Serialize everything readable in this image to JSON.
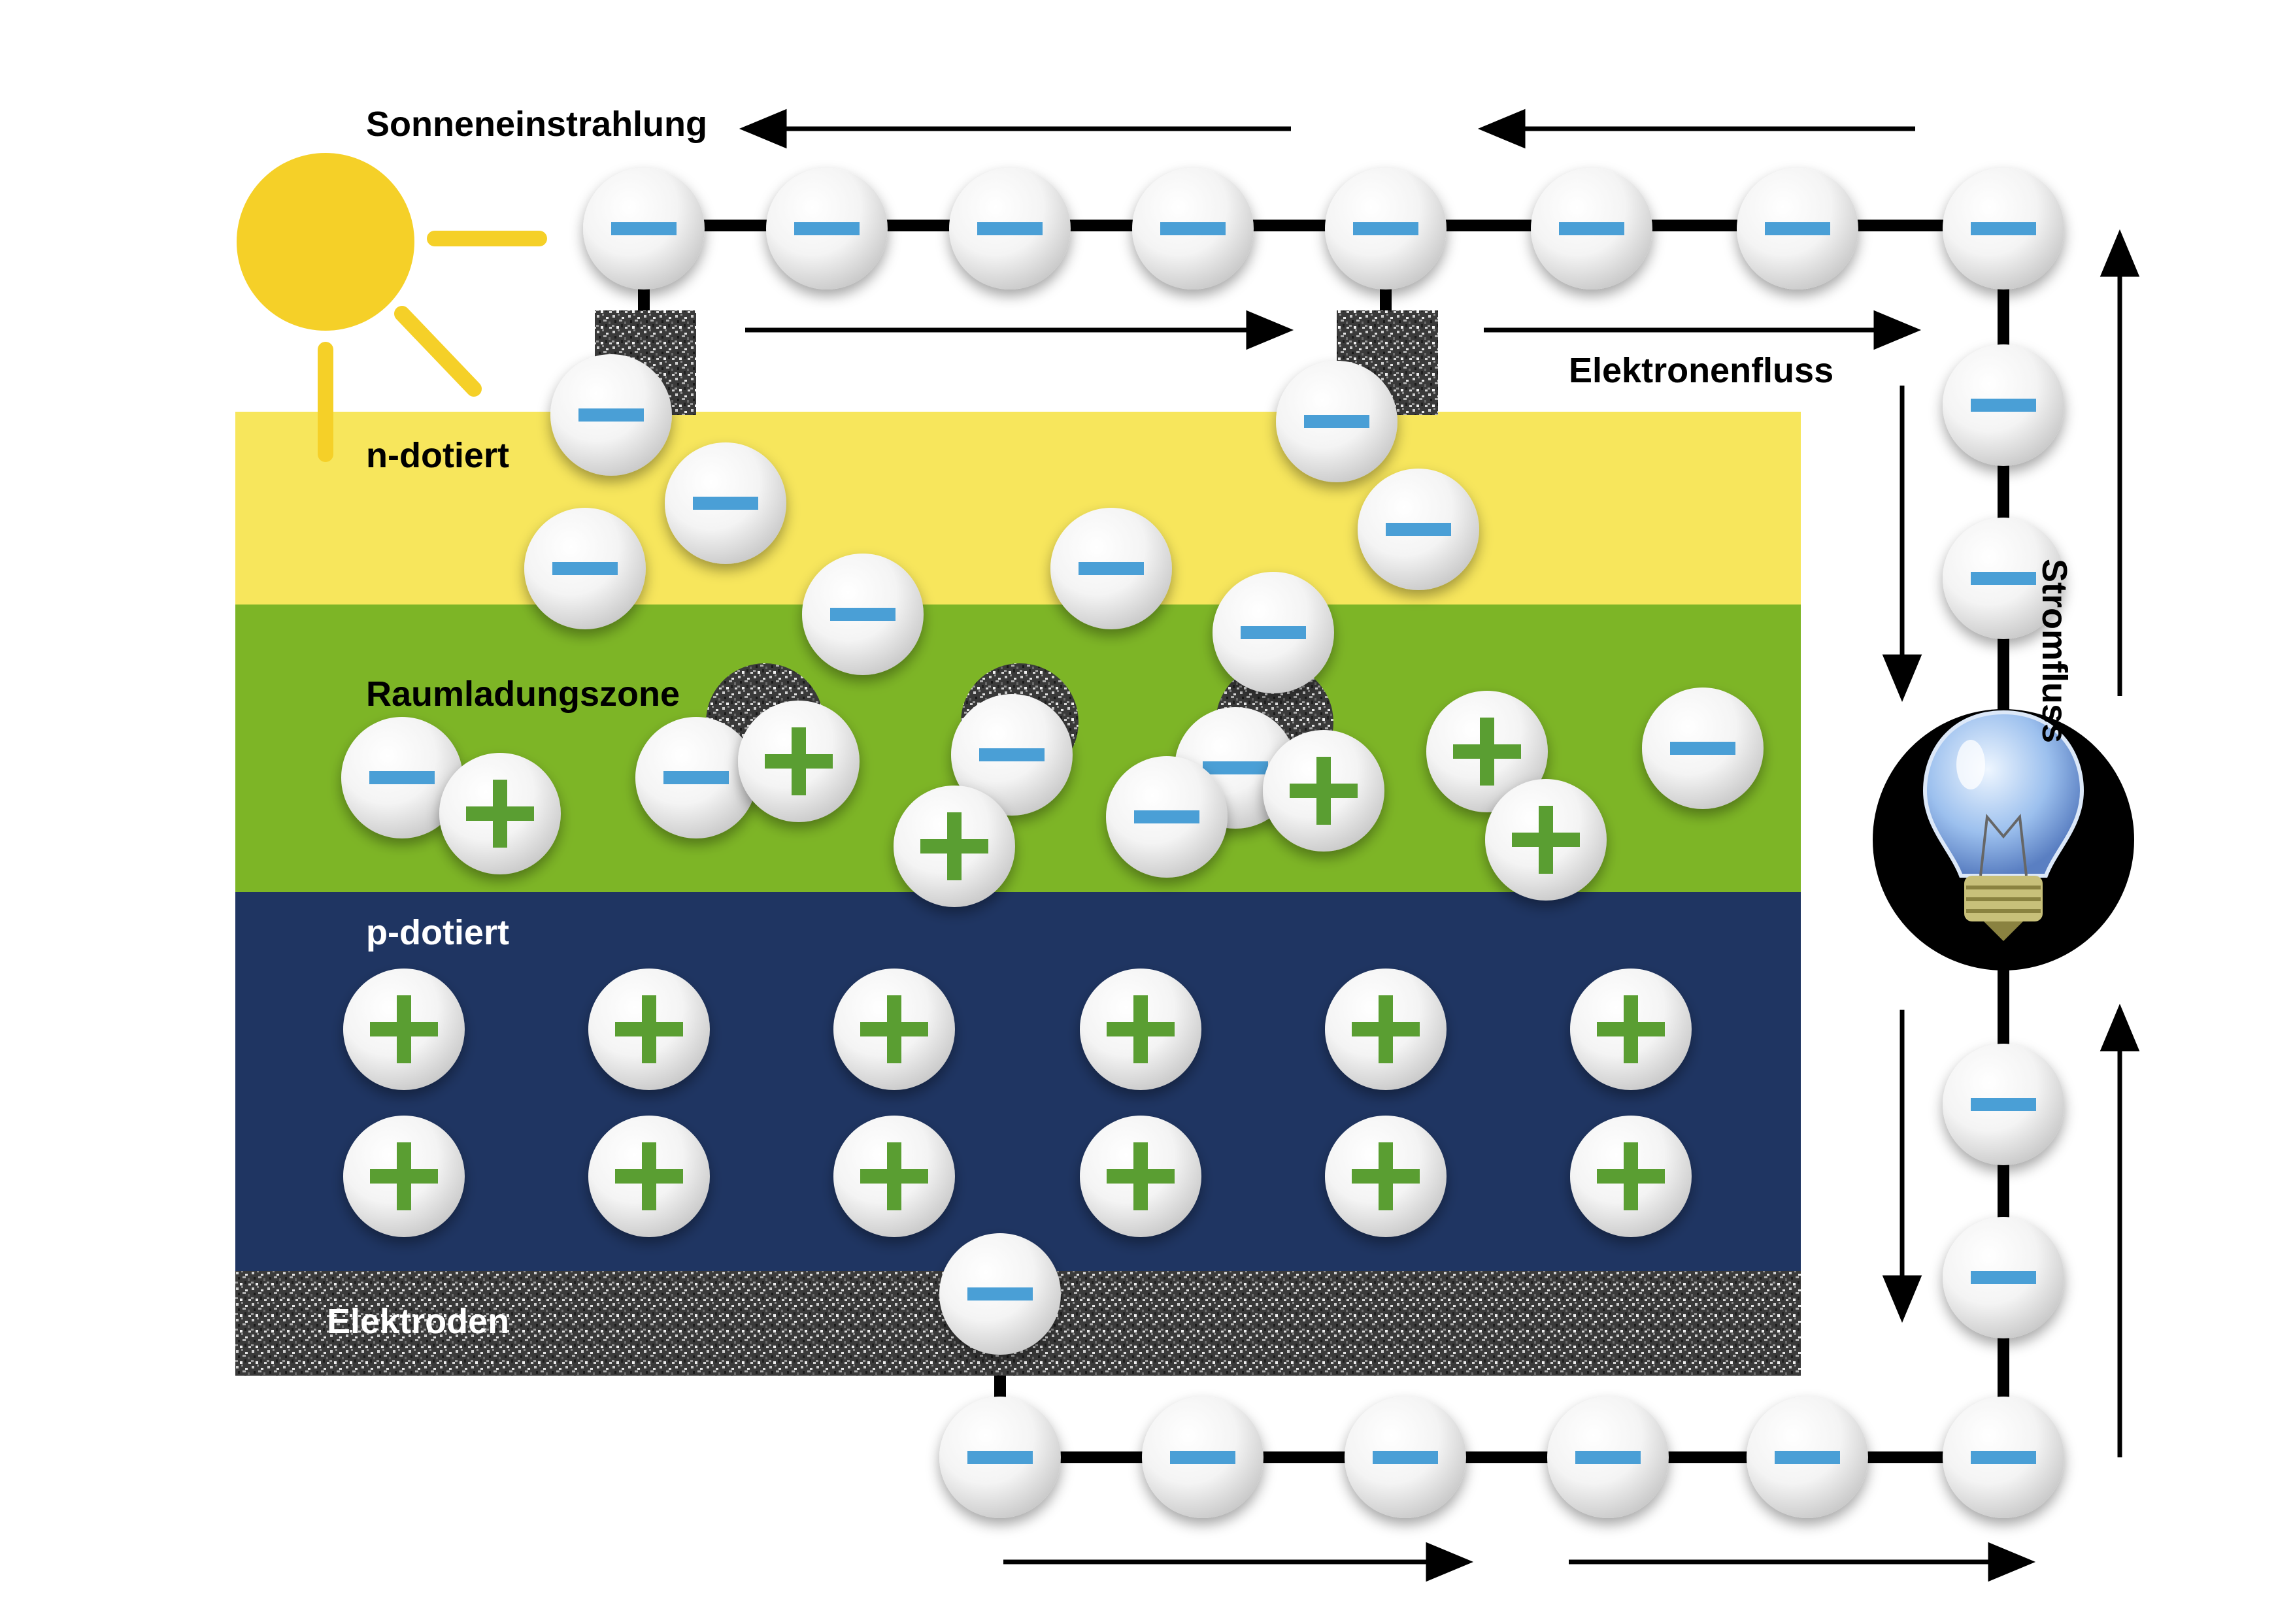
{
  "labels": {
    "sun": "Sonneneinstrahlung",
    "electron_flow": "Elektronenfluss",
    "current_flow": "Stromfluss",
    "n_layer": "n-dotiert",
    "depletion_zone": "Raumladungszone",
    "p_layer": "p-dotiert",
    "electrodes": "Elektroden"
  },
  "colors": {
    "n_layer": "#f7e65c",
    "depletion_zone": "#7db526",
    "p_layer": "#1f3562",
    "electron_sign": "#4a9fd6",
    "hole_sign": "#5a9e32",
    "sun": "#f5d028",
    "wire": "#000000"
  },
  "icons": {
    "sun": "sun-icon",
    "bulb": "light-bulb-icon",
    "electron": "electron-minus-icon",
    "hole": "hole-plus-icon"
  }
}
